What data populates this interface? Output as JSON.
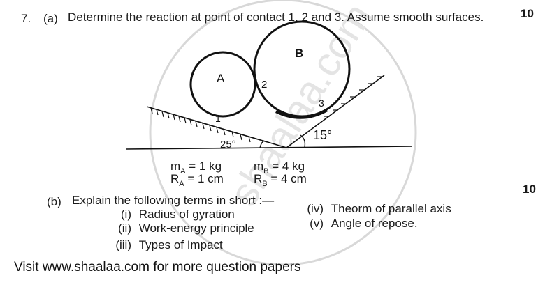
{
  "question": {
    "number": "7.",
    "part_a": {
      "label": "(a)",
      "text": "Determine the reaction at point of contact 1, 2 and 3.  Assume smooth surfaces.",
      "marks": "10",
      "diagram": {
        "circle_a_label": "A",
        "circle_b_label": "B",
        "contact_1": "1",
        "contact_2": "2",
        "contact_3": "3",
        "angle_left": "25°",
        "angle_right": "15°"
      },
      "given": {
        "mA": {
          "sym": "m",
          "sub": "A",
          "val": " = 1 kg"
        },
        "RA": {
          "sym": "R",
          "sub": "A",
          "val": " = 1 cm"
        },
        "mB": {
          "sym": "m",
          "sub": "B",
          "val": " = 4 kg"
        },
        "RB": {
          "sym": "R",
          "sub": "B",
          "val": " = 4 cm"
        }
      }
    },
    "part_b": {
      "label": "(b)",
      "text": "Explain the following terms in short :—",
      "marks": "10",
      "items": [
        {
          "num": "(i)",
          "text": "Radius of gyration"
        },
        {
          "num": "(ii)",
          "text": "Work-energy principle"
        },
        {
          "num": "(iii)",
          "text": "Types of Impact"
        },
        {
          "num": "(iv)",
          "text": "Theorm of parallel axis"
        },
        {
          "num": "(v)",
          "text": "Angle of repose."
        }
      ]
    }
  },
  "footer": {
    "text": "Visit www.shaalaa.com for more question papers"
  },
  "watermark": {
    "text": "shaalaa.com"
  }
}
